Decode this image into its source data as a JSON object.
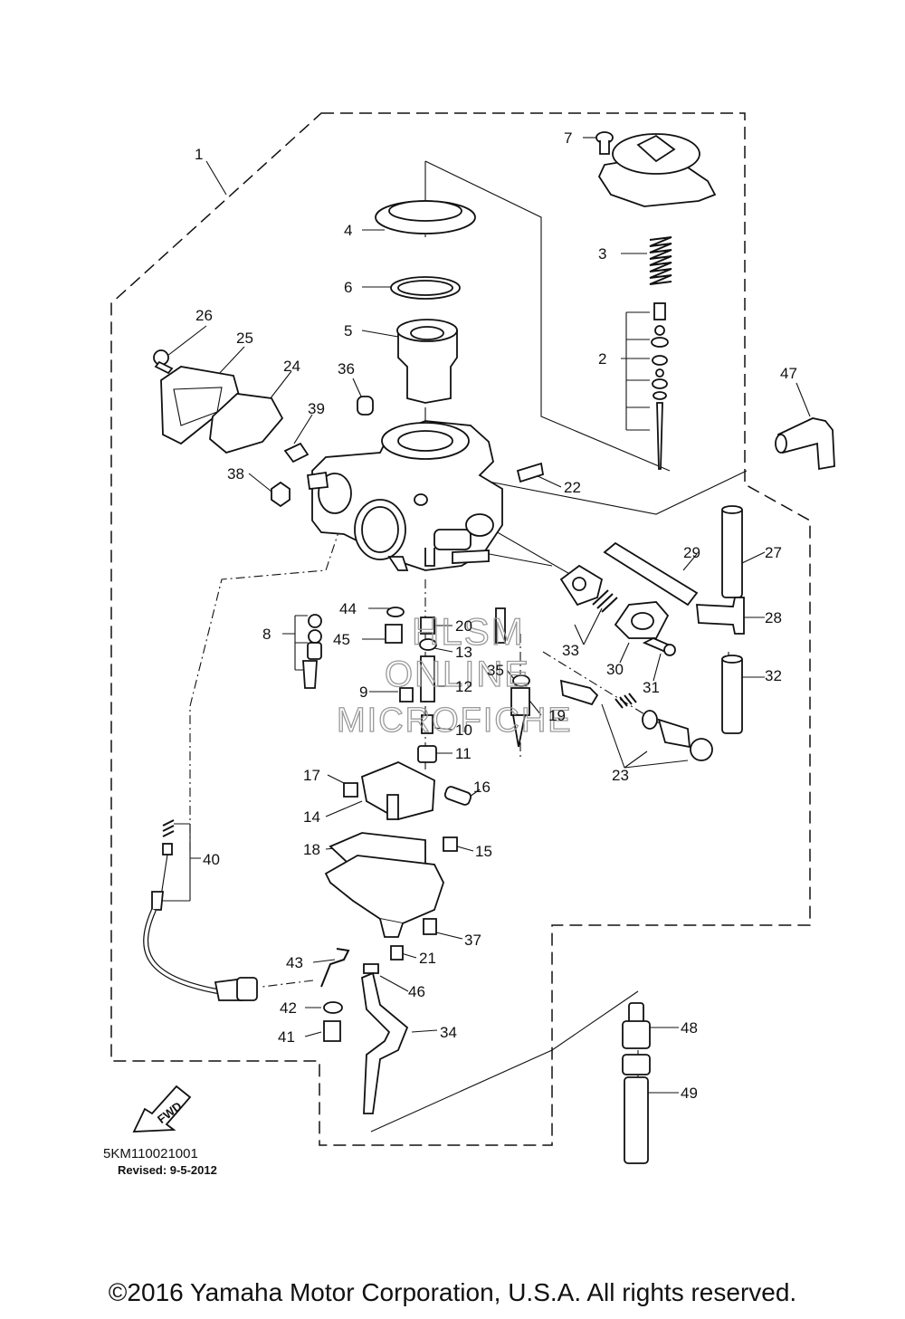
{
  "callouts": [
    "1",
    "2",
    "3",
    "4",
    "5",
    "6",
    "7",
    "8",
    "9",
    "10",
    "11",
    "12",
    "13",
    "14",
    "15",
    "16",
    "17",
    "18",
    "19",
    "20",
    "21",
    "22",
    "23",
    "24",
    "25",
    "26",
    "27",
    "28",
    "29",
    "30",
    "31",
    "32",
    "33",
    "34",
    "35",
    "36",
    "37",
    "38",
    "39",
    "40",
    "41",
    "42",
    "43",
    "44",
    "45",
    "46",
    "47",
    "48",
    "49"
  ],
  "direction_arrow": "FWD",
  "watermark": {
    "line1": "HLSM",
    "line2": "ONLINE",
    "line3": "MICROFICHE"
  },
  "diagram_code": "5KM110021001",
  "revised": "Revised: 9-5-2012",
  "copyright": "©2016 Yamaha Motor Corporation, U.S.A. All rights reserved."
}
